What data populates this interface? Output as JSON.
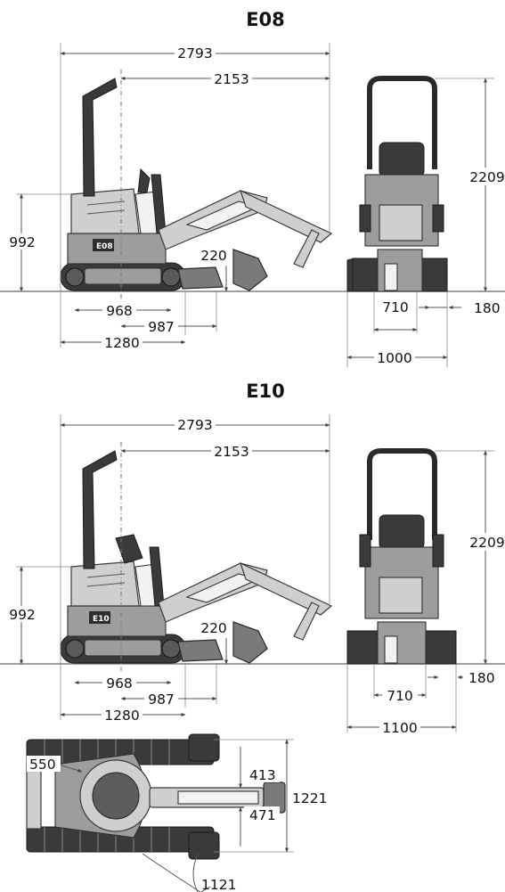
{
  "models": [
    {
      "title": "E08",
      "side": {
        "length": "2793",
        "reach": "2153",
        "cab_height": "992",
        "blade_lift": "220",
        "track_length": "968",
        "blade_distance": "987",
        "base_length": "1280"
      },
      "front": {
        "height": "2209",
        "track_gauge": "710",
        "track_width": "180",
        "total_width": "1000"
      }
    },
    {
      "title": "E10",
      "side": {
        "length": "2793",
        "reach": "2153",
        "cab_height": "992",
        "blade_lift": "220",
        "track_length": "968",
        "blade_distance": "987",
        "base_length": "1280"
      },
      "front": {
        "height": "2209",
        "track_gauge": "710",
        "track_width": "180",
        "total_width": "1100"
      }
    }
  ],
  "top_view": {
    "offset_left": "550",
    "offset_upper": "413",
    "offset_lower": "471",
    "total_width": "1221",
    "swing_radius": "1121"
  }
}
